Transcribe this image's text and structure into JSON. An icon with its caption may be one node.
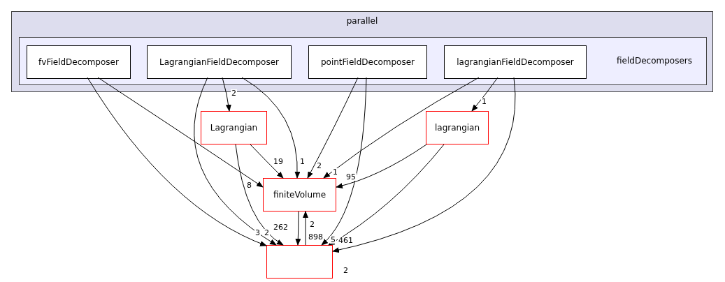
{
  "diagram": {
    "nodes": [
      {
        "text": [
          "parallel"
        ]
      },
      {
        "text": [
          "fieldDecomposers"
        ],
        "in": 0
      },
      {
        "text": [
          "fvFieldDecomposer"
        ],
        "in": 1
      },
      {
        "text": [
          "LagrangianFieldDecomposer"
        ],
        "in": 1
      },
      {
        "text": [
          "pointFieldDecomposer"
        ],
        "in": 1
      },
      {
        "text": [
          "lagrangianFieldDecomposer"
        ],
        "in": 1
      },
      {
        "text": [
          "Lagrangian"
        ]
      },
      {
        "text": [
          "lagrangian"
        ]
      },
      {
        "text": [
          "finiteVolume"
        ]
      },
      {
        "text": [],
        "shape": "box"
      }
    ],
    "edges": [
      {
        "from": 2,
        "to": 8,
        "arrow": "to",
        "label": "8"
      },
      {
        "from": 2,
        "to": 9,
        "arrow": "to",
        "label": "3"
      },
      {
        "from": 3,
        "to": 6,
        "arrow": "to",
        "label": "2"
      },
      {
        "from": 3,
        "to": 8,
        "arrow": "to",
        "label": "1"
      },
      {
        "from": 3,
        "to": 9,
        "arrow": "to",
        "label": "2"
      },
      {
        "from": 6,
        "to": 8,
        "arrow": "to",
        "label": "19"
      },
      {
        "from": 6,
        "to": 9,
        "arrow": "to",
        "label": "262"
      },
      {
        "from": 4,
        "to": 8,
        "arrow": "to",
        "label": "2"
      },
      {
        "from": 4,
        "to": 9,
        "arrow": "to",
        "label": "5"
      },
      {
        "from": 5,
        "to": 7,
        "arrow": "to",
        "label": "1"
      },
      {
        "from": 5,
        "to": 8,
        "arrow": "to",
        "label": "1"
      },
      {
        "from": 5,
        "to": 9,
        "arrow": "to",
        "label": "2"
      },
      {
        "from": 7,
        "to": 8,
        "arrow": "to",
        "label": "95"
      },
      {
        "from": 7,
        "to": 9,
        "arrow": "to",
        "label": "461"
      },
      {
        "from": 8,
        "to": 9,
        "arrow": "to",
        "label": "898"
      },
      {
        "from": 9,
        "to": 8,
        "arrow": "to",
        "label": "2"
      }
    ]
  }
}
